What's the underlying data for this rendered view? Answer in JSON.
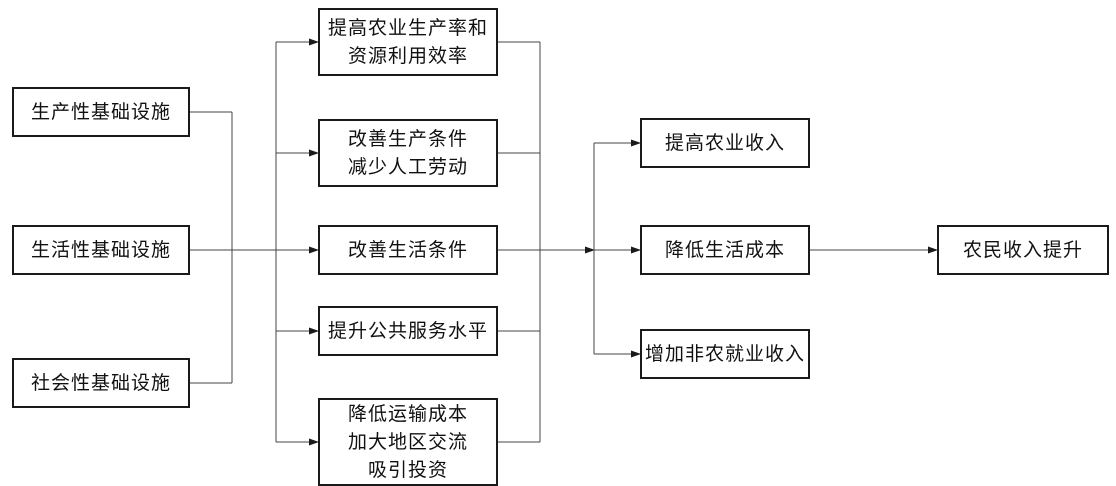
{
  "sources": [
    {
      "label": "生产性基础设施"
    },
    {
      "label": "生活性基础设施"
    },
    {
      "label": "社会性基础设施"
    }
  ],
  "channels": [
    {
      "label": "提高农业生产率和\n资源利用效率"
    },
    {
      "label": "改善生产条件\n减少人工劳动"
    },
    {
      "label": "改善生活条件"
    },
    {
      "label": "提升公共服务水平"
    },
    {
      "label": "降低运输成本\n加大地区交流\n吸引投资"
    }
  ],
  "effects": [
    {
      "label": "提高农业收入"
    },
    {
      "label": "降低生活成本"
    },
    {
      "label": "增加非农就业收入"
    }
  ],
  "outcome": {
    "label": "农民收入提升"
  }
}
